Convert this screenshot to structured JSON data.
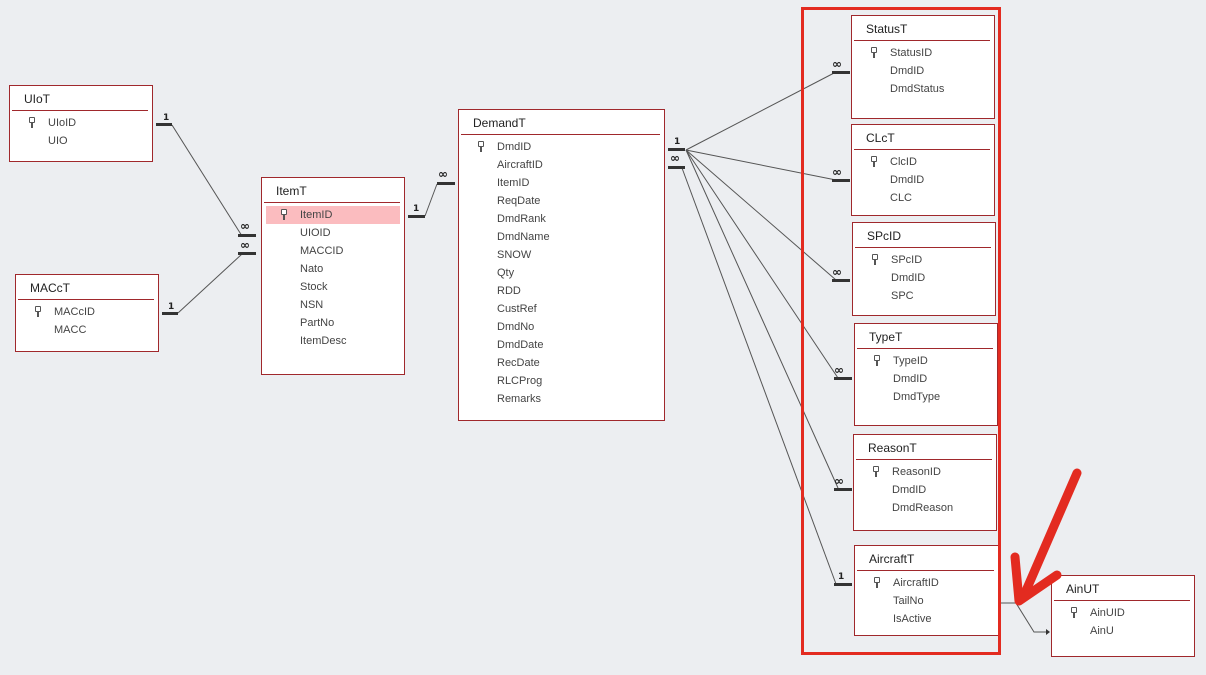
{
  "tables": {
    "uiot": {
      "title": "UIoT",
      "fields": [
        {
          "name": "UIoID",
          "key": true
        },
        {
          "name": "UIO"
        }
      ]
    },
    "macct": {
      "title": "MACcT",
      "fields": [
        {
          "name": "MACcID",
          "key": true
        },
        {
          "name": "MACC"
        }
      ]
    },
    "itemt": {
      "title": "ItemT",
      "fields": [
        {
          "name": "ItemID",
          "key": true,
          "selected": true
        },
        {
          "name": "UIOID"
        },
        {
          "name": "MACCID"
        },
        {
          "name": "Nato"
        },
        {
          "name": "Stock"
        },
        {
          "name": "NSN"
        },
        {
          "name": "PartNo"
        },
        {
          "name": "ItemDesc"
        }
      ]
    },
    "demandt": {
      "title": "DemandT",
      "fields": [
        {
          "name": "DmdID",
          "key": true
        },
        {
          "name": "AircraftID"
        },
        {
          "name": "ItemID"
        },
        {
          "name": "ReqDate"
        },
        {
          "name": "DmdRank"
        },
        {
          "name": "DmdName"
        },
        {
          "name": "SNOW"
        },
        {
          "name": "Qty"
        },
        {
          "name": "RDD"
        },
        {
          "name": "CustRef"
        },
        {
          "name": "DmdNo"
        },
        {
          "name": "DmdDate"
        },
        {
          "name": "RecDate"
        },
        {
          "name": "RLCProg"
        },
        {
          "name": "Remarks"
        }
      ]
    },
    "statust": {
      "title": "StatusT",
      "fields": [
        {
          "name": "StatusID",
          "key": true
        },
        {
          "name": "DmdID"
        },
        {
          "name": "DmdStatus"
        }
      ]
    },
    "clct": {
      "title": "CLcT",
      "fields": [
        {
          "name": "ClcID",
          "key": true
        },
        {
          "name": "DmdID"
        },
        {
          "name": "CLC"
        }
      ]
    },
    "spcid": {
      "title": "SPcID",
      "fields": [
        {
          "name": "SPcID",
          "key": true
        },
        {
          "name": "DmdID"
        },
        {
          "name": "SPC"
        }
      ]
    },
    "typet": {
      "title": "TypeT",
      "fields": [
        {
          "name": "TypeID",
          "key": true
        },
        {
          "name": "DmdID"
        },
        {
          "name": "DmdType"
        }
      ]
    },
    "reasont": {
      "title": "ReasonT",
      "fields": [
        {
          "name": "ReasonID",
          "key": true
        },
        {
          "name": "DmdID"
        },
        {
          "name": "DmdReason"
        }
      ]
    },
    "aircraftt": {
      "title": "AircraftT",
      "fields": [
        {
          "name": "AircraftID",
          "key": true
        },
        {
          "name": "TailNo"
        },
        {
          "name": "IsActive"
        }
      ]
    },
    "ainut": {
      "title": "AinUT",
      "fields": [
        {
          "name": "AinUID",
          "key": true
        },
        {
          "name": "AinU"
        }
      ]
    }
  },
  "relationships": {
    "one": "1",
    "many": "∞"
  },
  "colors": {
    "table_border": "#a0282c",
    "selected_field": "#fbbcbf",
    "highlight": "#e32b20",
    "background": "#eceef1"
  }
}
